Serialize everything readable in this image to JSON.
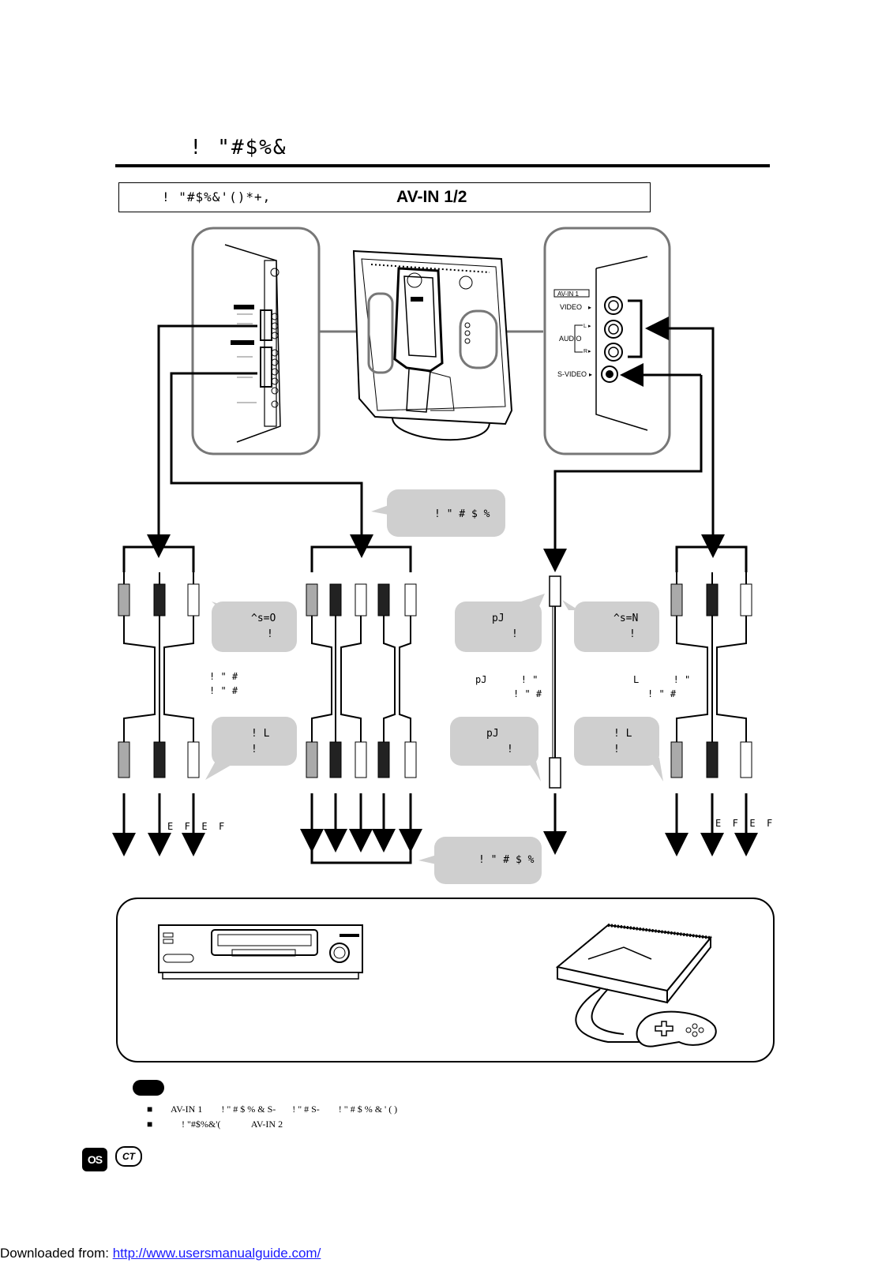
{
  "header": {
    "title": "! \"#$%&",
    "subtitle_left": "! \"#$%&'()*+,",
    "subtitle_right": "AV-IN 1/2"
  },
  "panel_right": {
    "label_avin": "AV-IN 1",
    "label_video": "VIDEO",
    "label_audio": "AUDIO",
    "label_l": "L",
    "label_r": "R",
    "label_svideo": "S-VIDEO"
  },
  "bubbles": {
    "top_center": "! \" # $ %",
    "left_line1": "^s=O",
    "left_line2": "!",
    "mid_line1": "pJ",
    "mid_line2": "!",
    "right_line1": "^s=N",
    "right_line2": "!",
    "left_lower_line1": "! L",
    "left_lower_line2": "!",
    "mid_lower_line1": "pJ",
    "mid_lower_line2": "!",
    "right_lower_line1": "! L",
    "right_lower_line2": "!",
    "bottom_center": "! \" # $ %"
  },
  "labels": {
    "left_cable_1": "! \" #",
    "left_cable_2": "! \" #",
    "mid_cable_1": "pJ      ! \"",
    "mid_cable_2": "! \" #",
    "right_cable_1": "L      ! \"",
    "right_cable_2": "! \" #",
    "ef_left": "E  F  E  F",
    "ef_right": "E  F  E  F"
  },
  "notes": {
    "bullet_1": "AV-IN 1        ! \" # $ % & S-       ! \" # S-        ! \" # $ % & ' ( )",
    "bullet_2": "! \"#$%&'(             AV-IN 2"
  },
  "page_badges": {
    "os": "OS",
    "ct": "CT"
  },
  "footer": {
    "prefix": "Downloaded from: ",
    "url": "http://www.usersmanualguide.com/"
  }
}
